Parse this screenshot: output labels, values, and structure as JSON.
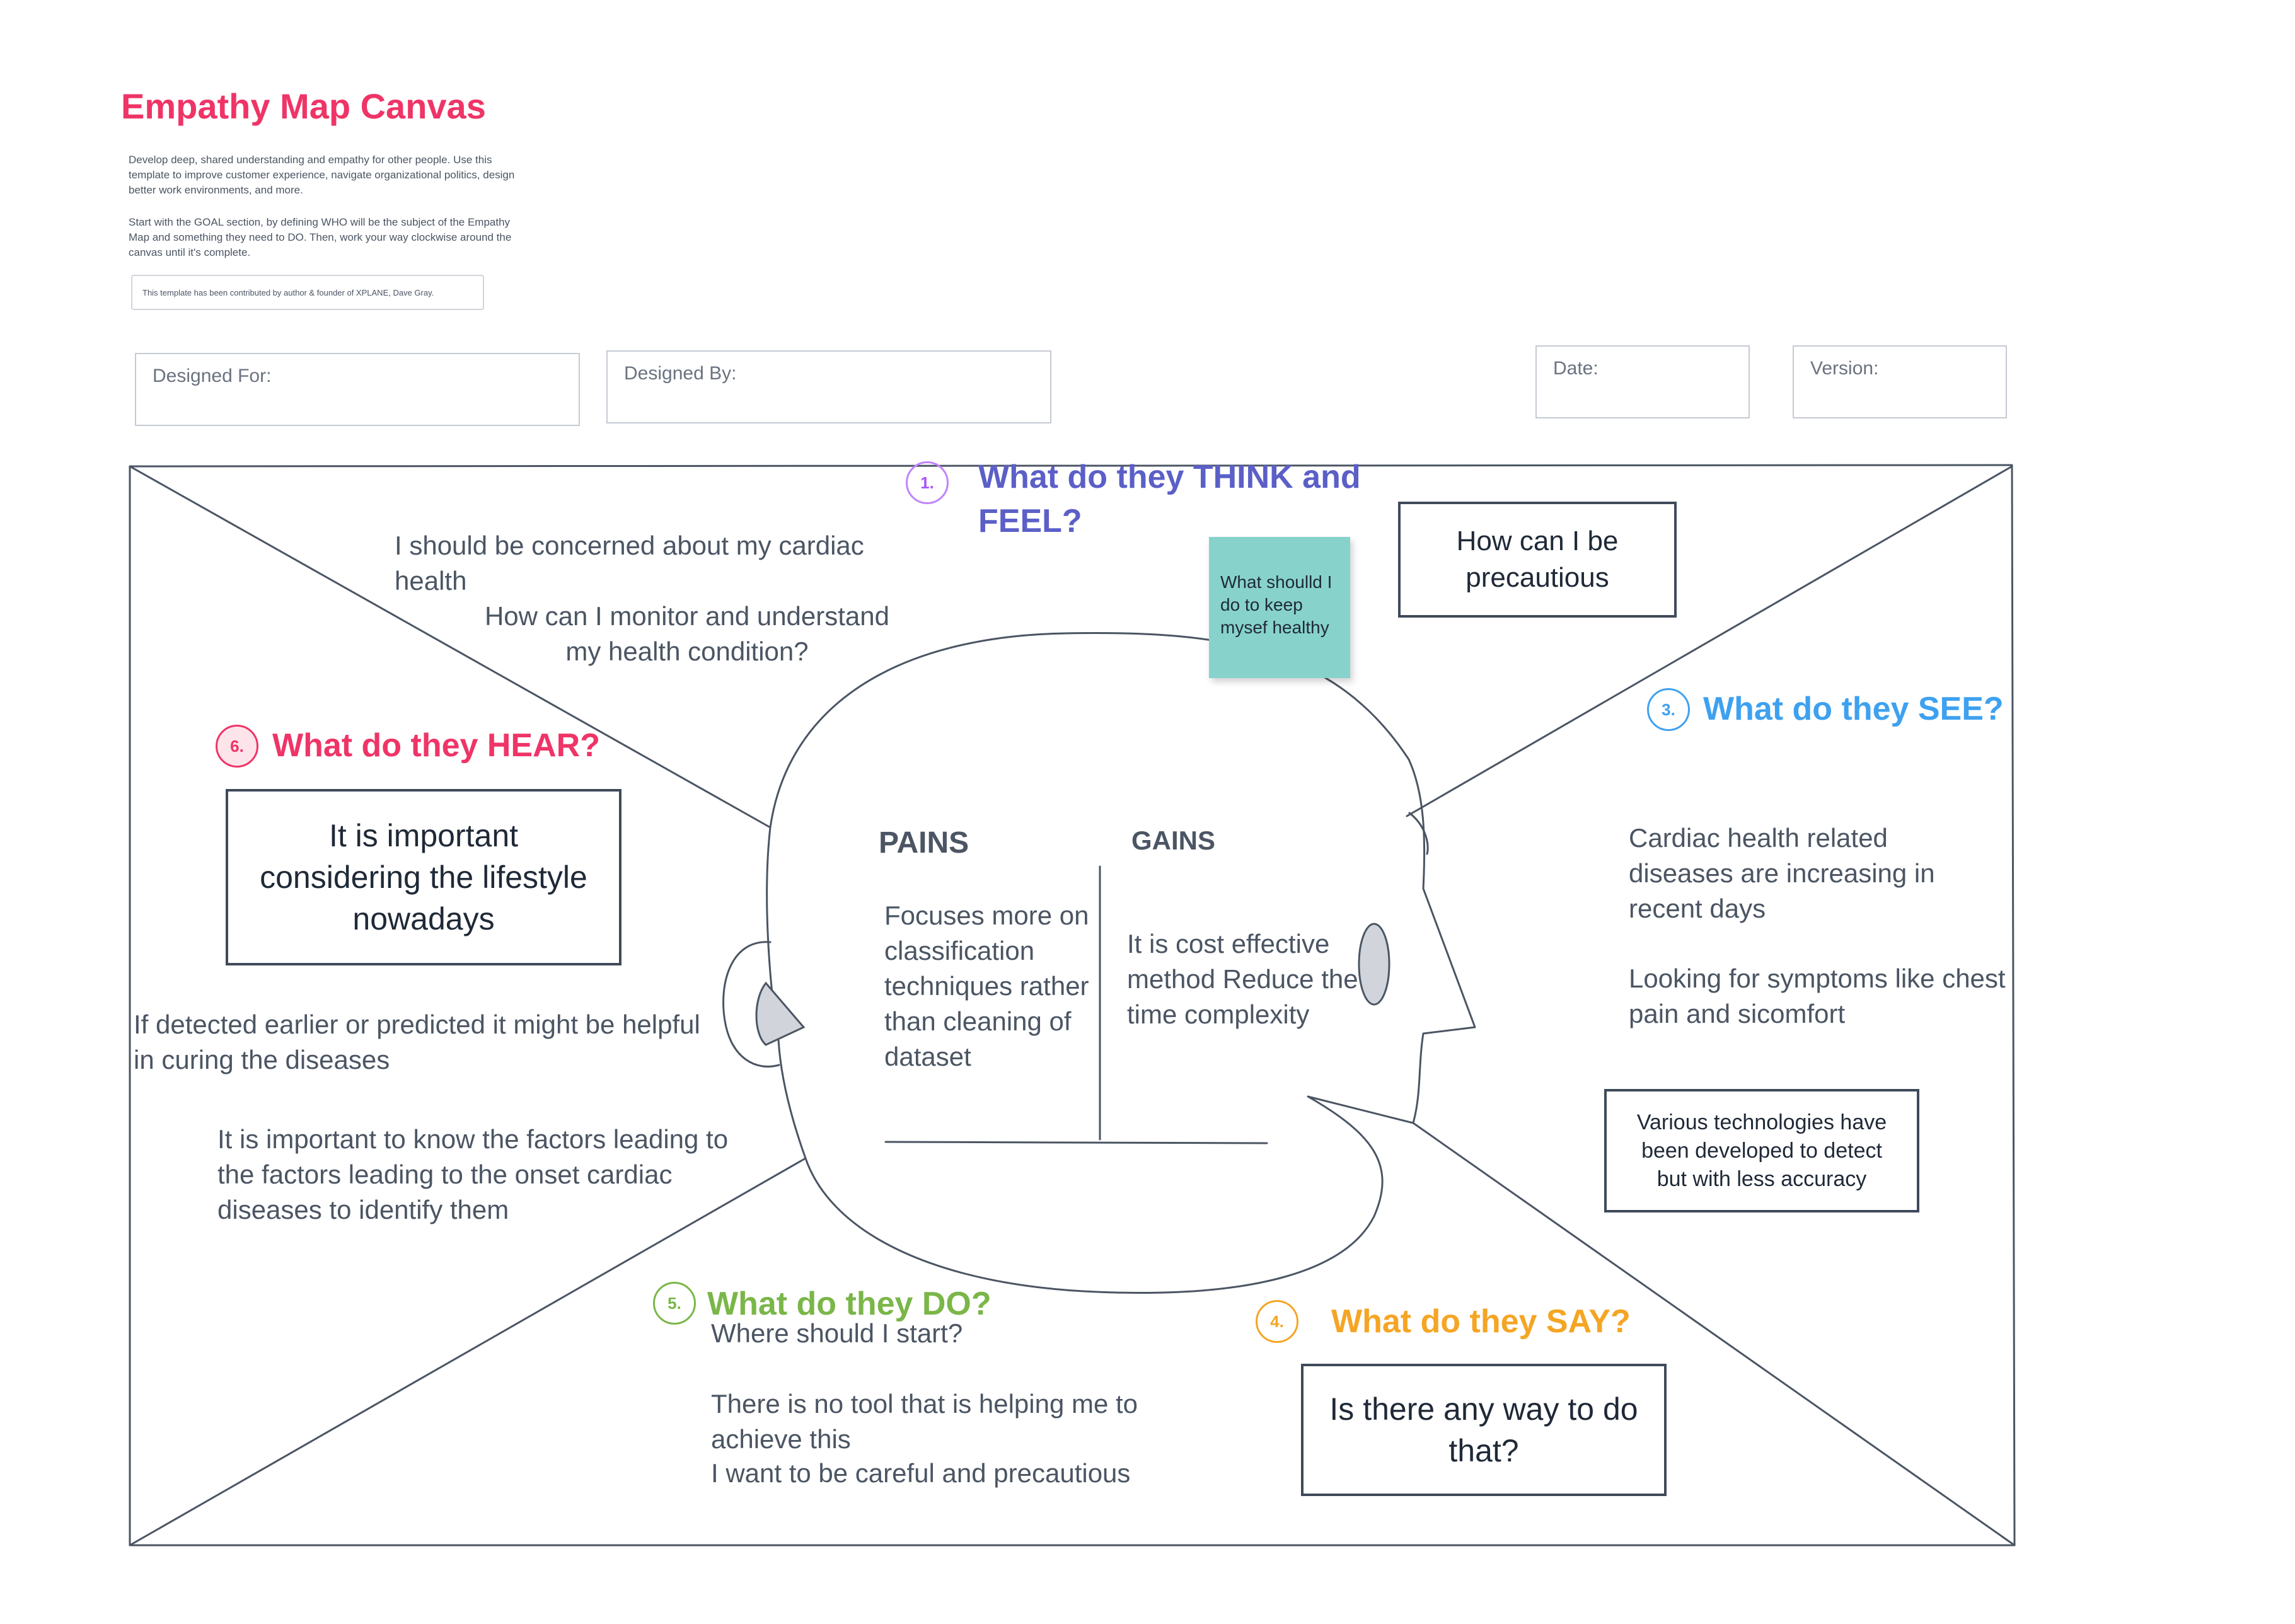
{
  "header": {
    "title": "Empathy Map Canvas",
    "intro_p1": "Develop deep, shared understanding and empathy for other people. Use this template to improve customer experience, navigate organizational politics, design better work environments, and more.",
    "intro_p2": "Start with the GOAL section, by defining WHO will be the subject of the Empathy Map and something they need to DO. Then, work your way clockwise around the canvas until it's complete.",
    "credit": "This template has been contributed by author & founder of XPLANE, Dave Gray."
  },
  "fields": {
    "designed_for": "Designed For:",
    "designed_by": "Designed By:",
    "date": "Date:",
    "version": "Version:"
  },
  "sections": {
    "think": {
      "number": "1.",
      "title_line1": "What do they THINK and",
      "title_line2": "FEEL?",
      "color": "#5b5fc7",
      "note1": "I should be concerned about my cardiac health",
      "note2": "How can I monitor and understand my health condition?",
      "sticky": "What shoulld I do to keep mysef healthy",
      "box": "How can I be precautious"
    },
    "see": {
      "number": "3.",
      "title": "What do they SEE?",
      "color": "#3ea1f0",
      "note1": "Cardiac health related diseases are increasing in recent days",
      "note2": "Looking for symptoms like chest pain and sicomfort",
      "box": "Various technologies have been developed to detect but with less accuracy"
    },
    "say": {
      "number": "4.",
      "title": "What do they SAY?",
      "color": "#f5a524",
      "box": "Is there any way to do that?"
    },
    "do": {
      "number": "5.",
      "title": "What do they DO?",
      "color": "#7ab648",
      "note1": "Where should I start?",
      "note2": "There is no tool that is helping me to achieve this",
      "note3": "I want to be careful and precautious"
    },
    "hear": {
      "number": "6.",
      "title": "What do they HEAR?",
      "color": "#ef3467",
      "box": "It is important considering the lifestyle nowadays",
      "note1": "If detected earlier or predicted it might be helpful in curing the diseases",
      "note2": "It is important to know the factors leading to the factors leading to the onset cardiac diseases to identify them"
    }
  },
  "head": {
    "pains_title": "PAINS",
    "pains_text": "Focuses more on classification techniques rather than cleaning of dataset",
    "gains_title": "GAINS",
    "gains_text": "It is cost effective method Reduce the time complexity"
  }
}
